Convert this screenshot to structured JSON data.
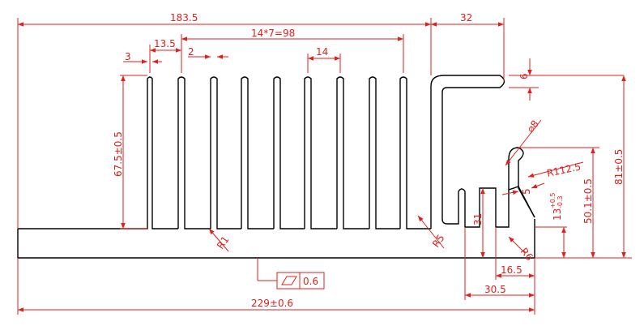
{
  "drawing": {
    "dimensions": {
      "fin_span": "183.5",
      "hook_width": "32",
      "fin_pitch_total": "14*7=98",
      "fin_thickness": "3",
      "first_gap": "13.5",
      "fin_gap": "2",
      "fin_pitch": "14",
      "lip_height": "6",
      "fin_height": "67.5±0.5",
      "overall_height": "81±0.5",
      "arc_diameter": "⌀8",
      "arc_radius": "R112.5",
      "wall_thickness": "5",
      "slot_height": "50.1±0.5",
      "slot_depth_value": "13",
      "slot_depth_tol_upper": "+0.5",
      "slot_depth_tol_lower": "-0.3",
      "slot_inner_height": "31",
      "root_radius_left": "R1",
      "root_radius_mid": "R5",
      "root_radius_right": "R6",
      "slot_width_inner": "16.5",
      "slot_width_outer": "30.5",
      "overall_width": "229±0.6"
    },
    "flatness": {
      "symbol": "flatness-icon",
      "value": "0.6"
    },
    "colors": {
      "dimension": "#e0201c",
      "outline": "#000000"
    }
  }
}
